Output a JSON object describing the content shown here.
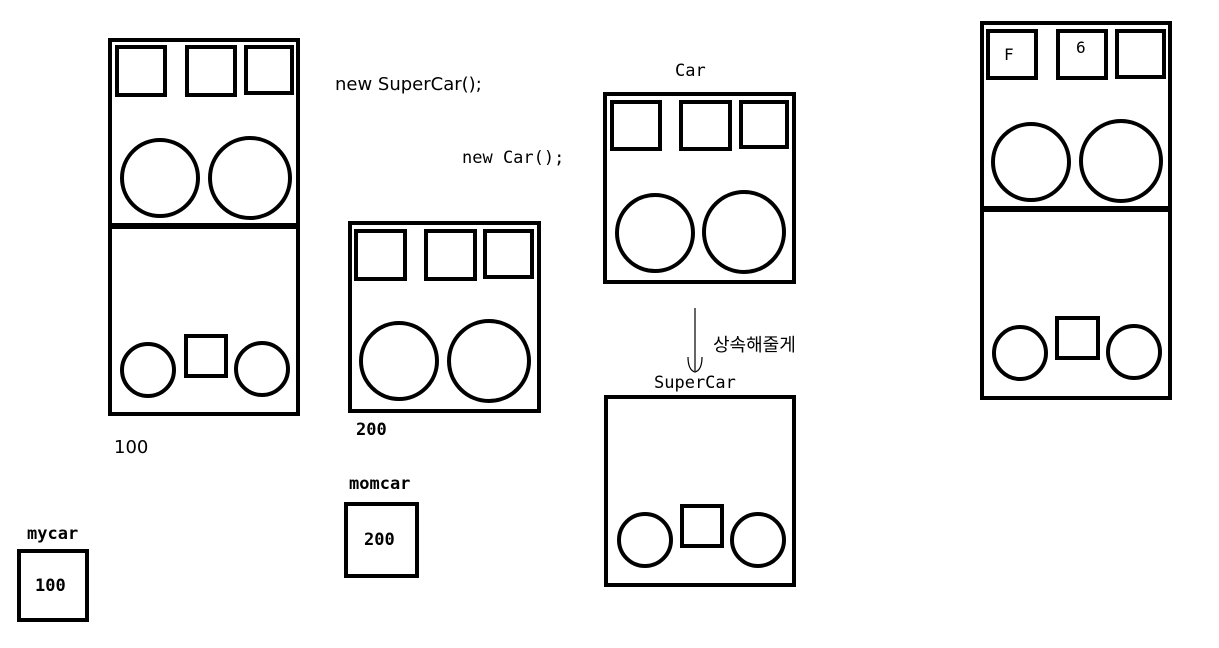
{
  "labels": {
    "new_supercar": "new SuperCar();",
    "new_car": "new Car();",
    "car": "Car",
    "supercar": "SuperCar",
    "inherit": "상속해줄게",
    "addr_100": "100",
    "addr_200": "200",
    "momcar": "momcar",
    "mycar": "mycar",
    "mycar_value": "100",
    "momcar_value": "200",
    "field_f": "F",
    "field_6": "6"
  }
}
